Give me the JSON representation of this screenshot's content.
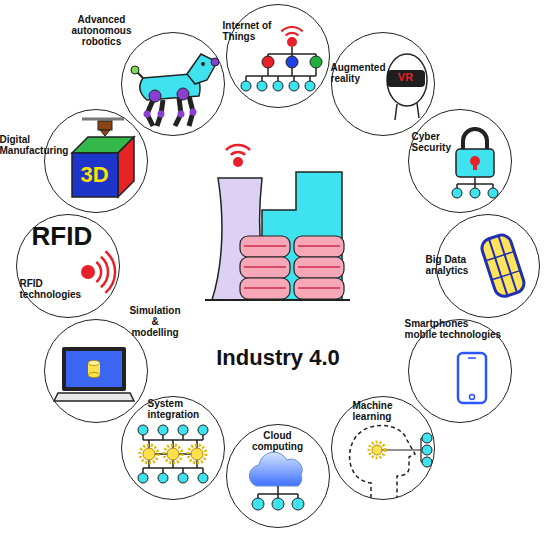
{
  "diagram": {
    "title": "Industry 4.0",
    "nodes": [
      {
        "text": [
          "Internet of Things"
        ]
      },
      {
        "text": [
          "Augmented reality",
          "VR"
        ]
      },
      {
        "text": [
          "Cyber Security"
        ]
      },
      {
        "text": [
          "Big Data analytics"
        ]
      },
      {
        "text": [
          "Smartphones mobile technologies"
        ]
      },
      {
        "text": [
          "Machine learning"
        ]
      },
      {
        "text": [
          "Cloud computing"
        ]
      },
      {
        "text": [
          "System integration"
        ]
      },
      {
        "text": [
          "Simulation & modelling"
        ]
      },
      {
        "text": [
          "RFID",
          "RFID technologies"
        ]
      },
      {
        "text": [
          "Digital Manufacturing",
          "3D"
        ]
      },
      {
        "text": [
          "Advanced autonomous robotics"
        ]
      }
    ]
  }
}
